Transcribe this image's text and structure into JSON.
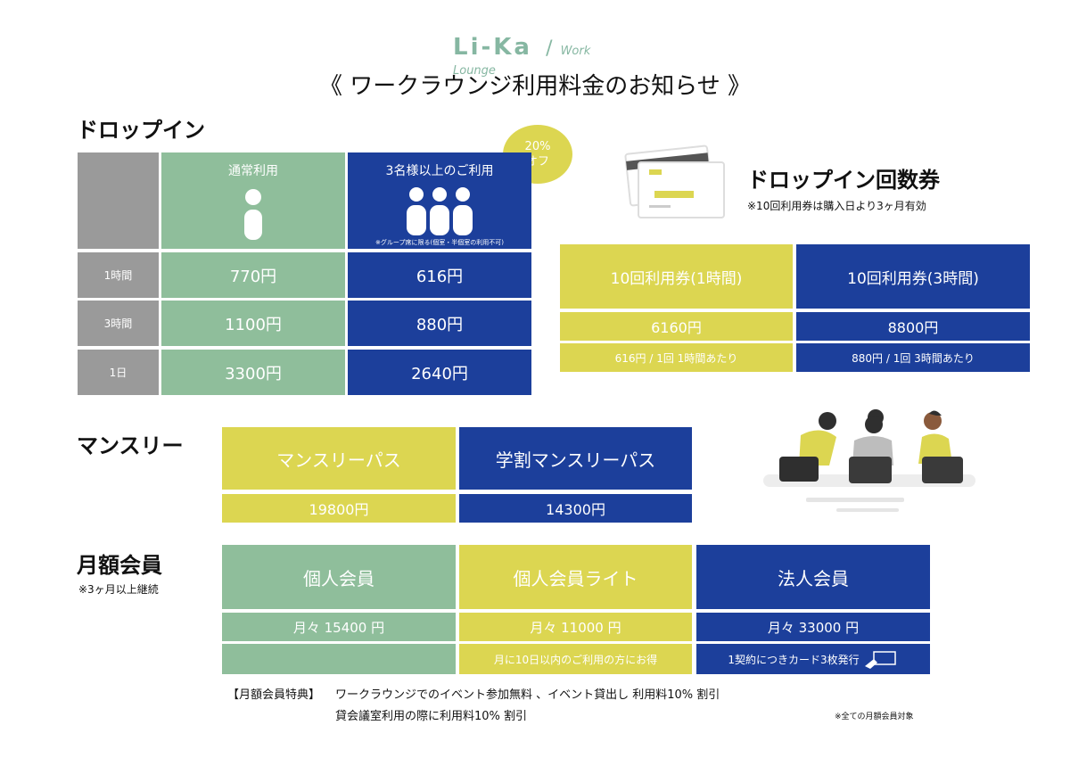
{
  "brand": {
    "main": "Li-Ka",
    "slash": "/",
    "sub": "Work Lounge"
  },
  "title": "《 ワークラウンジ利用料金のお知らせ 》",
  "dropin": {
    "heading": "ドロップイン",
    "discount_badge": {
      "line1": "20%",
      "line2": "オフ"
    },
    "col_normal": "通常利用",
    "col_group": "3名様以上のご利用",
    "group_note": "※グループ席に限る(個室・半個室の利用不可)",
    "rows": [
      {
        "label": "1時間",
        "normal": "770円",
        "group": "616円"
      },
      {
        "label": "3時間",
        "normal": "1100円",
        "group": "880円"
      },
      {
        "label": "1日",
        "normal": "3300円",
        "group": "2640円"
      }
    ]
  },
  "tickets": {
    "heading": "ドロップイン回数券",
    "note": "※10回利用券は購入日より3ヶ月有効",
    "items": [
      {
        "name": "10回利用券(1時間)",
        "price": "6160円",
        "unit": "616円 / 1回 1時間あたり"
      },
      {
        "name": "10回利用券(3時間)",
        "price": "8800円",
        "unit": "880円 / 1回 3時間あたり"
      }
    ]
  },
  "monthly": {
    "heading": "マンスリー",
    "items": [
      {
        "name": "マンスリーパス",
        "price": "19800円"
      },
      {
        "name": "学割マンスリーパス",
        "price": "14300円"
      }
    ]
  },
  "membership": {
    "heading": "月額会員",
    "note": "※3ヶ月以上継続",
    "items": [
      {
        "name": "個人会員",
        "price": "月々 15400 円",
        "extra": ""
      },
      {
        "name": "個人会員ライト",
        "price": "月々 11000 円",
        "extra": "月に10日以内のご利用の方にお得"
      },
      {
        "name": "法人会員",
        "price": "月々 33000 円",
        "extra": "1契約につきカード3枚発行"
      }
    ]
  },
  "benefits": {
    "label": "【月額会員特典】",
    "line1": "ワークラウンジでのイベント参加無料 、イベント貸出し 利用料10% 割引",
    "line2": "貸会議室利用の際に利用料10% 割引",
    "footnote": "※全ての月額会員対象"
  },
  "colors": {
    "green": "#8fbe9b",
    "blue": "#1c3f9b",
    "yellow": "#dcd651",
    "gray": "#9a9a9a",
    "brand": "#86b7a2"
  }
}
